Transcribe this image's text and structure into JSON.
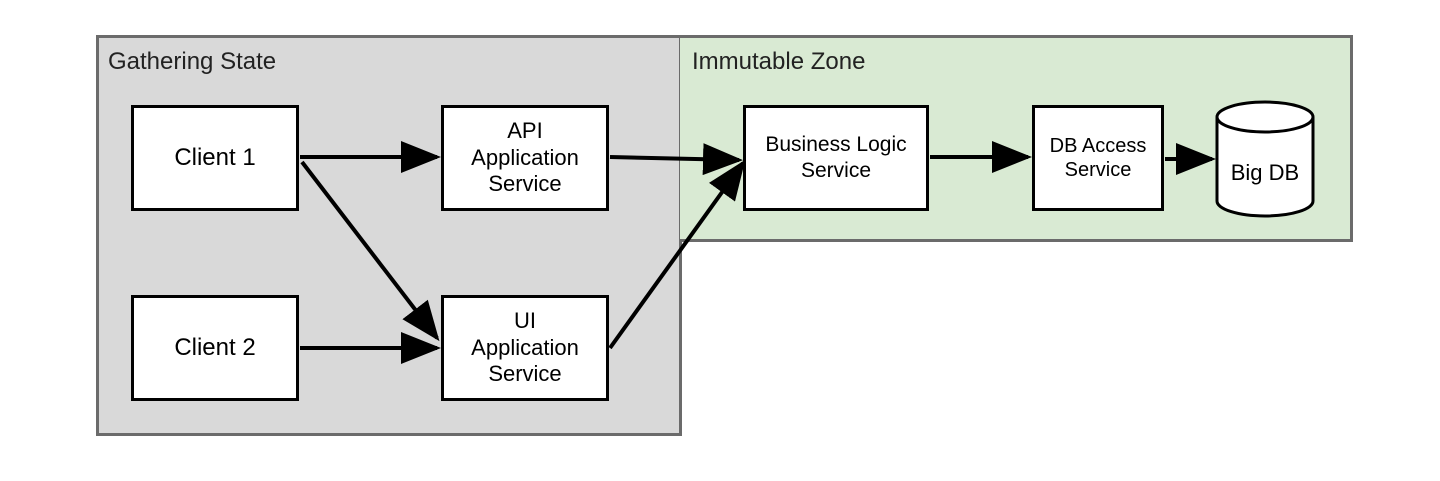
{
  "zones": {
    "gathering": {
      "label": "Gathering State",
      "color": "#d9d9d9"
    },
    "immutable": {
      "label": "Immutable Zone",
      "color": "#d9ead3"
    }
  },
  "nodes": {
    "client1": "Client 1",
    "client2": "Client 2",
    "api_service": "API\nApplication\nService",
    "ui_service": "UI\nApplication\nService",
    "business_logic": "Business Logic\nService",
    "db_access": "DB Access\nService",
    "big_db": "Big DB"
  },
  "edges": [
    {
      "from": "Client 1",
      "to": "API Application Service"
    },
    {
      "from": "Client 1",
      "to": "UI Application Service"
    },
    {
      "from": "Client 2",
      "to": "UI Application Service"
    },
    {
      "from": "API Application Service",
      "to": "Business Logic Service"
    },
    {
      "from": "UI Application Service",
      "to": "Business Logic Service"
    },
    {
      "from": "Business Logic Service",
      "to": "DB Access Service"
    },
    {
      "from": "DB Access Service",
      "to": "Big DB"
    }
  ],
  "colors": {
    "border": "#6b6b6b",
    "stroke": "#000000"
  }
}
